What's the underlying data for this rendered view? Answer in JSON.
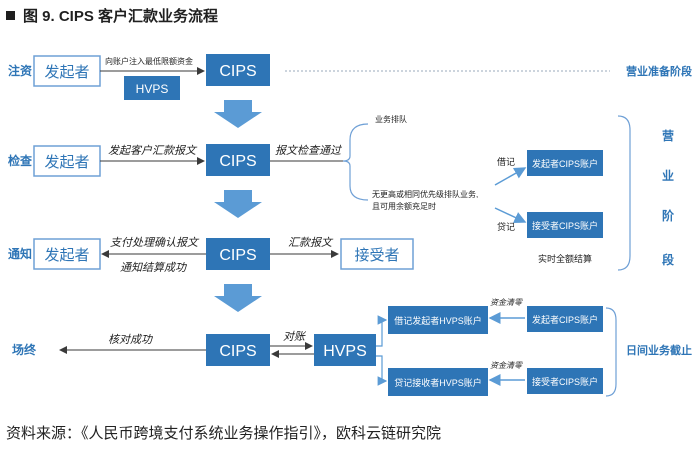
{
  "title": "图 9. CIPS 客户汇款业务流程",
  "footer": "资料来源：《人民币跨境支付系统业务操作指引》，欧科云链研究院",
  "colors": {
    "accent": "#2e75b6",
    "box_fill": "#2e75b6",
    "outline": "#6fa0d6",
    "arrow": "#5b9bd5",
    "text_blue": "#2e75b6"
  },
  "rows": {
    "zhuzi": {
      "stage": "注资",
      "initiator": "发起者",
      "note": "向账户注入最低限额资金",
      "cips": "CIPS",
      "hvps": "HVPS",
      "phase": "营业准备阶段"
    },
    "jiancha": {
      "stage": "检查",
      "initiator": "发起者",
      "note": "发起客户汇款报文",
      "cips": "CIPS",
      "check": "报文检查通过",
      "queue": "业务排队",
      "debit": "借记",
      "credit": "贷记",
      "debit_acct": "发起者CIPS账户",
      "credit_acct": "接受者CIPS账户",
      "priority_1": "无更高或相同优先级排队业务,",
      "priority_2": "且可用余额充足时",
      "realtime": "实时全额结算"
    },
    "tongzhi": {
      "stage": "通知",
      "initiator": "发起者",
      "confirm": "支付处理确认报文",
      "success": "通知结算成功",
      "cips": "CIPS",
      "remit": "汇款报文",
      "receiver": "接受者"
    },
    "changzhong": {
      "stage": "场终",
      "verify": "核对成功",
      "cips": "CIPS",
      "reconcile": "对账",
      "hvps": "HVPS",
      "debit_hvps": "借记发起者HVPS账户",
      "credit_hvps": "贷记接收者HVPS账户",
      "clear_top": "资金清零",
      "clear_bottom": "资金清零",
      "sender_acct": "发起者CIPS账户",
      "receiver_acct": "接受者CIPS账户",
      "phase": "日间业务截止"
    }
  },
  "side_phase": [
    "营",
    "业",
    "阶",
    "段"
  ]
}
